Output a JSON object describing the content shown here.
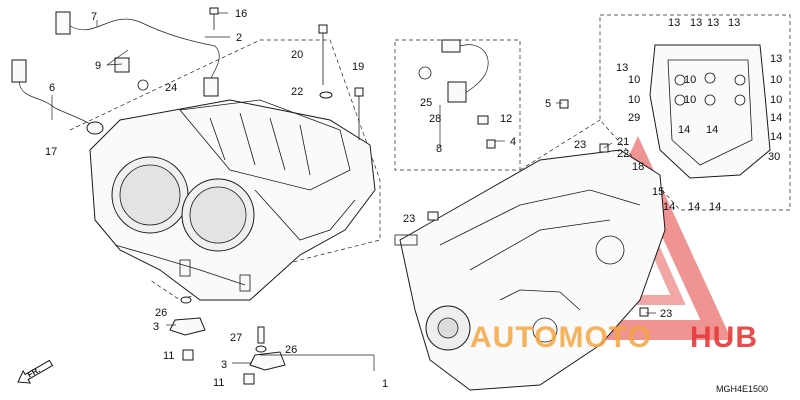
{
  "diagram": {
    "code": "MGH4E1500",
    "front_label": "FR.",
    "watermark": {
      "part1": "AUTOMOTO",
      "part2": "HUB"
    },
    "callouts": [
      "1",
      "2",
      "3",
      "4",
      "5",
      "6",
      "7",
      "8",
      "9",
      "10",
      "11",
      "12",
      "13",
      "14",
      "15",
      "16",
      "17",
      "18",
      "19",
      "20",
      "21",
      "22",
      "23",
      "24",
      "25",
      "26",
      "27",
      "28",
      "29",
      "30"
    ]
  }
}
